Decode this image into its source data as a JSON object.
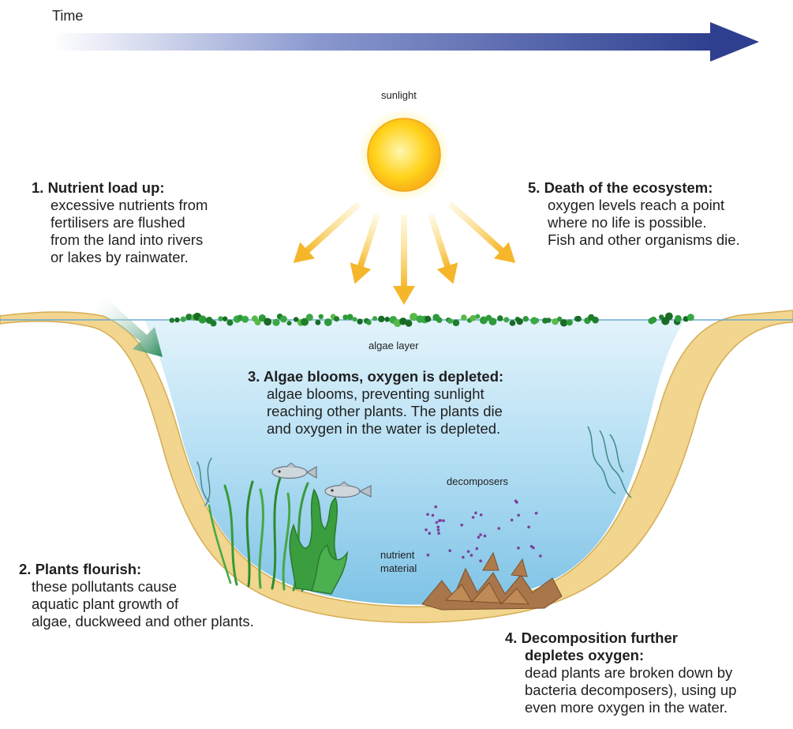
{
  "time_label": "Time",
  "labels": {
    "sunlight": "sunlight",
    "algae_layer": "algae layer",
    "decomposers": "decomposers",
    "nutrient_line1": "nutrient",
    "nutrient_line2": "material"
  },
  "steps": [
    {
      "title": "1. Nutrient load up:",
      "lines": [
        "excessive nutrients from",
        "fertilisers are flushed",
        "from the land into rivers",
        "or lakes by rainwater."
      ]
    },
    {
      "title": "2. Plants flourish:",
      "lines": [
        "these pollutants cause",
        "aquatic plant growth of",
        "algae, duckweed and other plants."
      ]
    },
    {
      "title": "3. Algae blooms, oxygen is depleted:",
      "lines": [
        "algae blooms, preventing sunlight",
        "reaching other plants. The plants die",
        "and oxygen in the water is depleted."
      ]
    },
    {
      "title_lines": [
        "4. Decomposition further",
        "depletes oxygen:"
      ],
      "lines": [
        "dead plants are broken down by",
        "bacteria decomposers), using up",
        "even more oxygen in the water."
      ]
    },
    {
      "title": "5. Death of the ecosystem:",
      "lines": [
        "oxygen levels reach a point",
        "where no life is possible.",
        "Fish and other organisms die."
      ]
    }
  ],
  "colors": {
    "time_arrow": "#2e3f8f",
    "sun": "#ffd21a",
    "sun_ray": "#f6bd2a",
    "water": "#9fd3ee",
    "sediment": "#f2d58e",
    "algae": "#2e9a3a",
    "nutrient_arrow": "#2b8a5c",
    "decomposer": "#7b3f9c",
    "dead_plants": "#a8764a"
  }
}
